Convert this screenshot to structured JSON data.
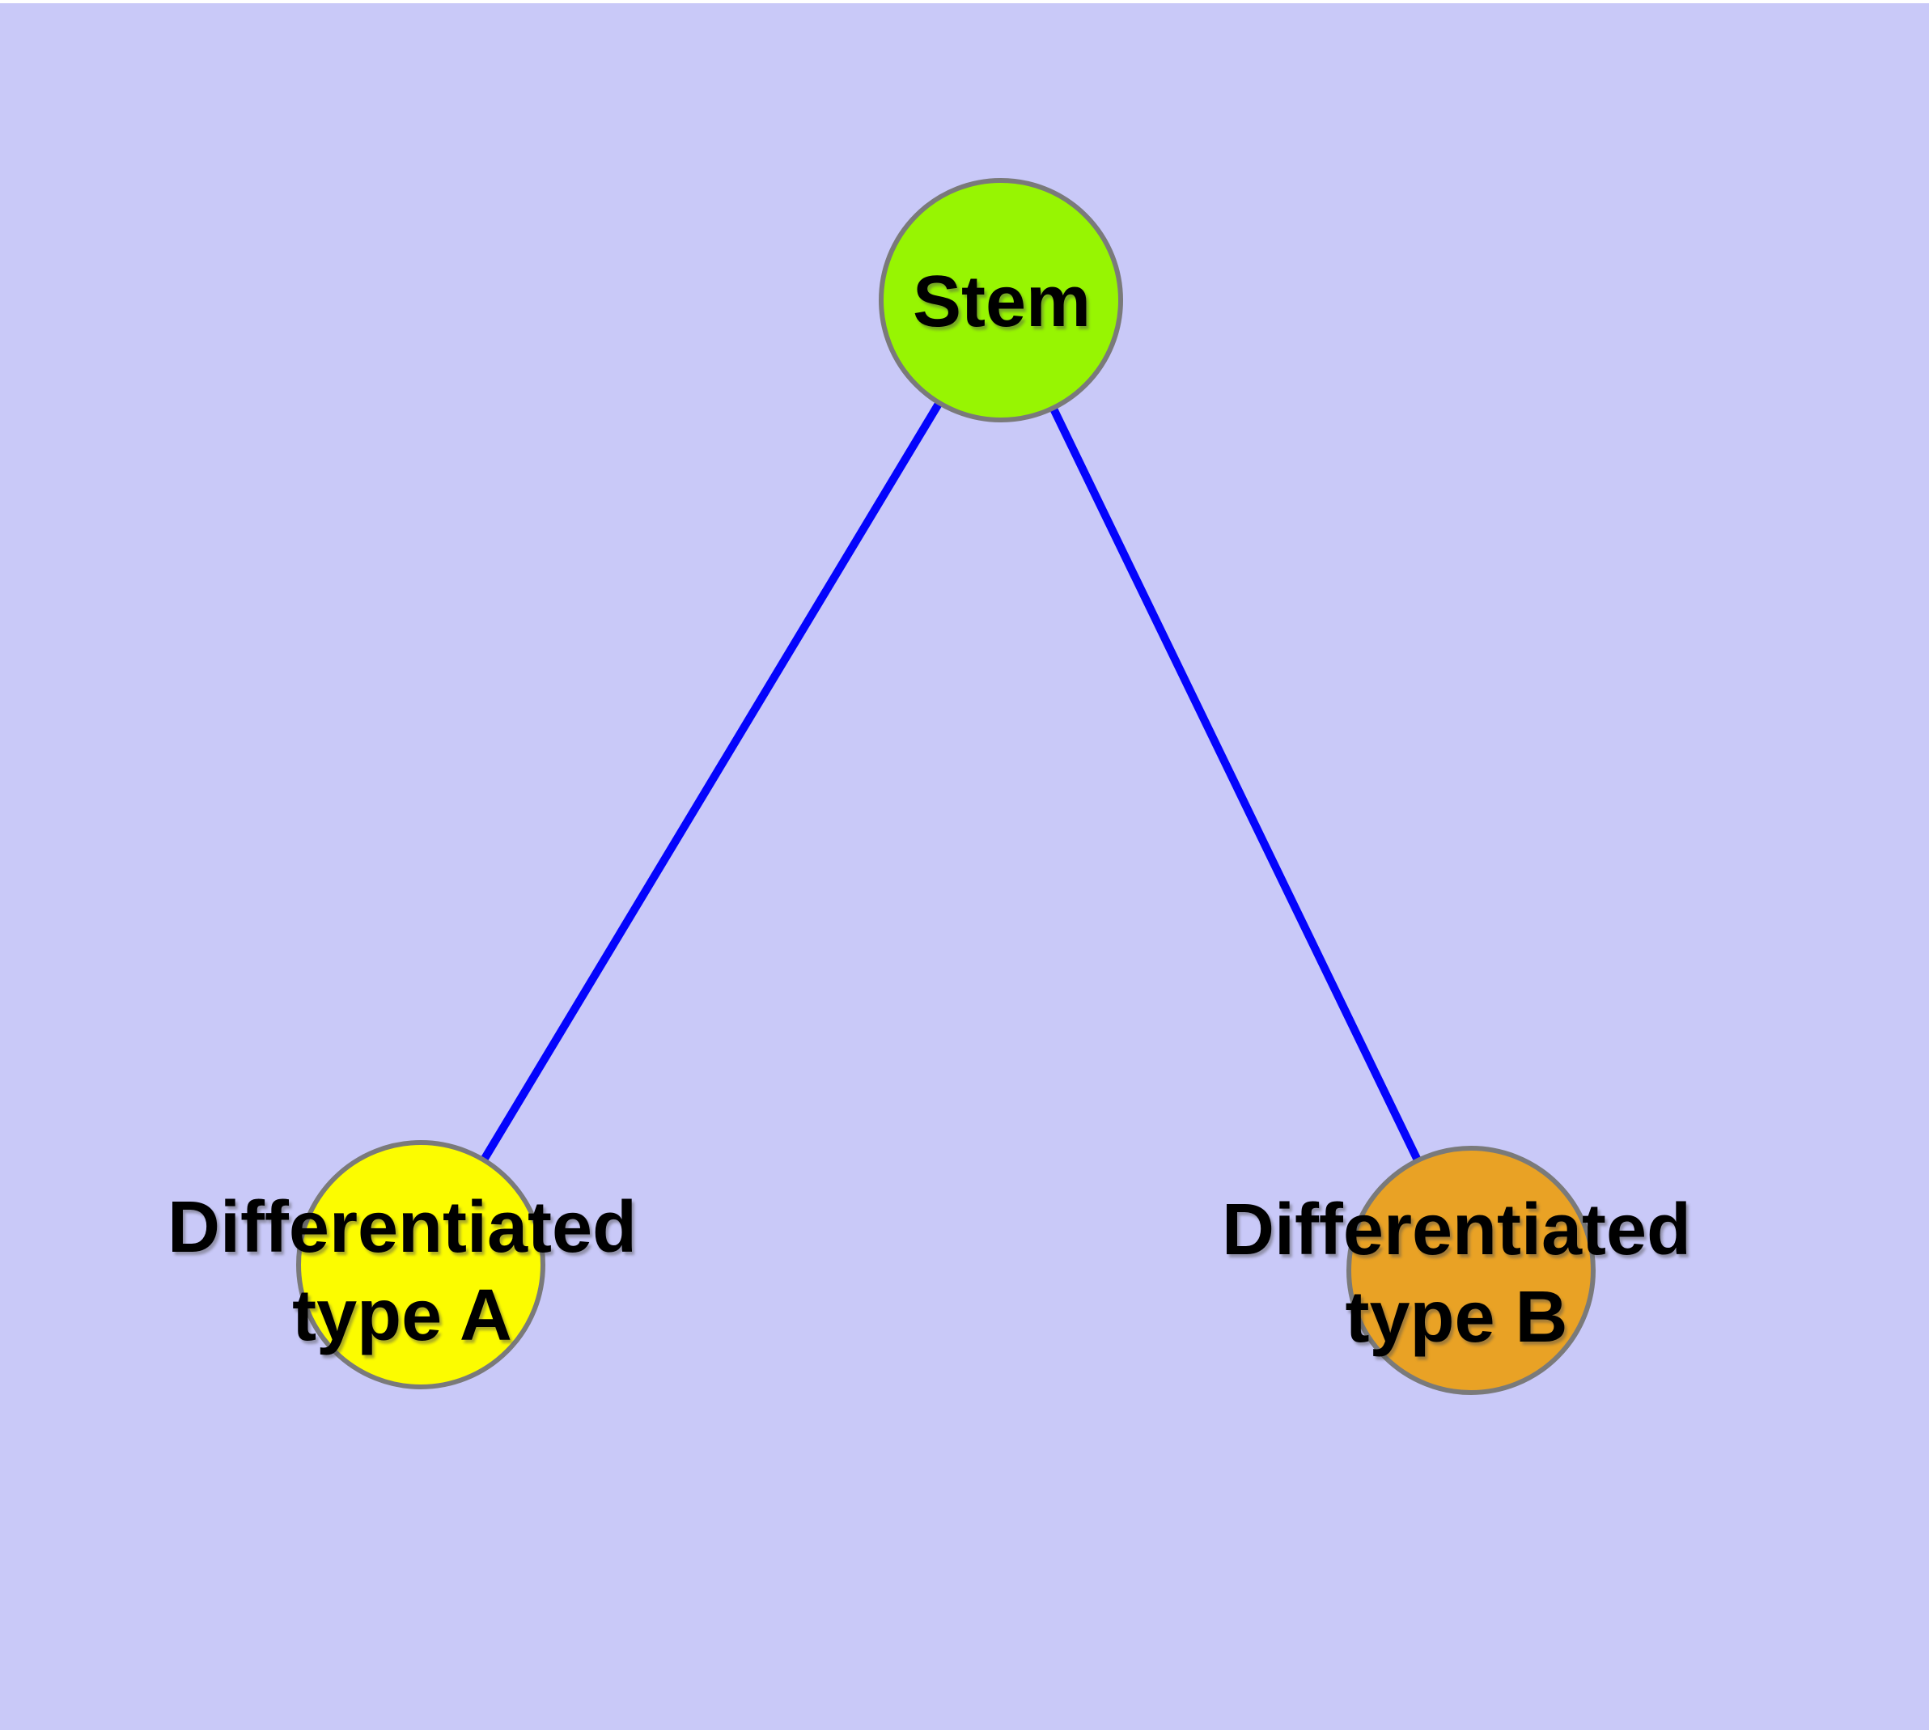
{
  "diagram": {
    "kind": "graph",
    "colors": {
      "background": "#C9C9F8",
      "top_strip": "#FFFFFF",
      "edge": "#0404FC",
      "node_border": "#7A7A7A",
      "label_text": "#000000"
    },
    "nodes": {
      "stem": {
        "label": "Stem",
        "fill": "#97F502"
      },
      "type_a": {
        "label_line1": "Differentiated",
        "label_line2": "type A",
        "fill": "#FCFC00"
      },
      "type_b": {
        "label_line1": "Differentiated",
        "label_line2": "type B",
        "fill": "#E9A225"
      }
    },
    "edges": [
      {
        "from": "Stem",
        "to": "Differentiated type A"
      },
      {
        "from": "Stem",
        "to": "Differentiated type B"
      }
    ]
  }
}
